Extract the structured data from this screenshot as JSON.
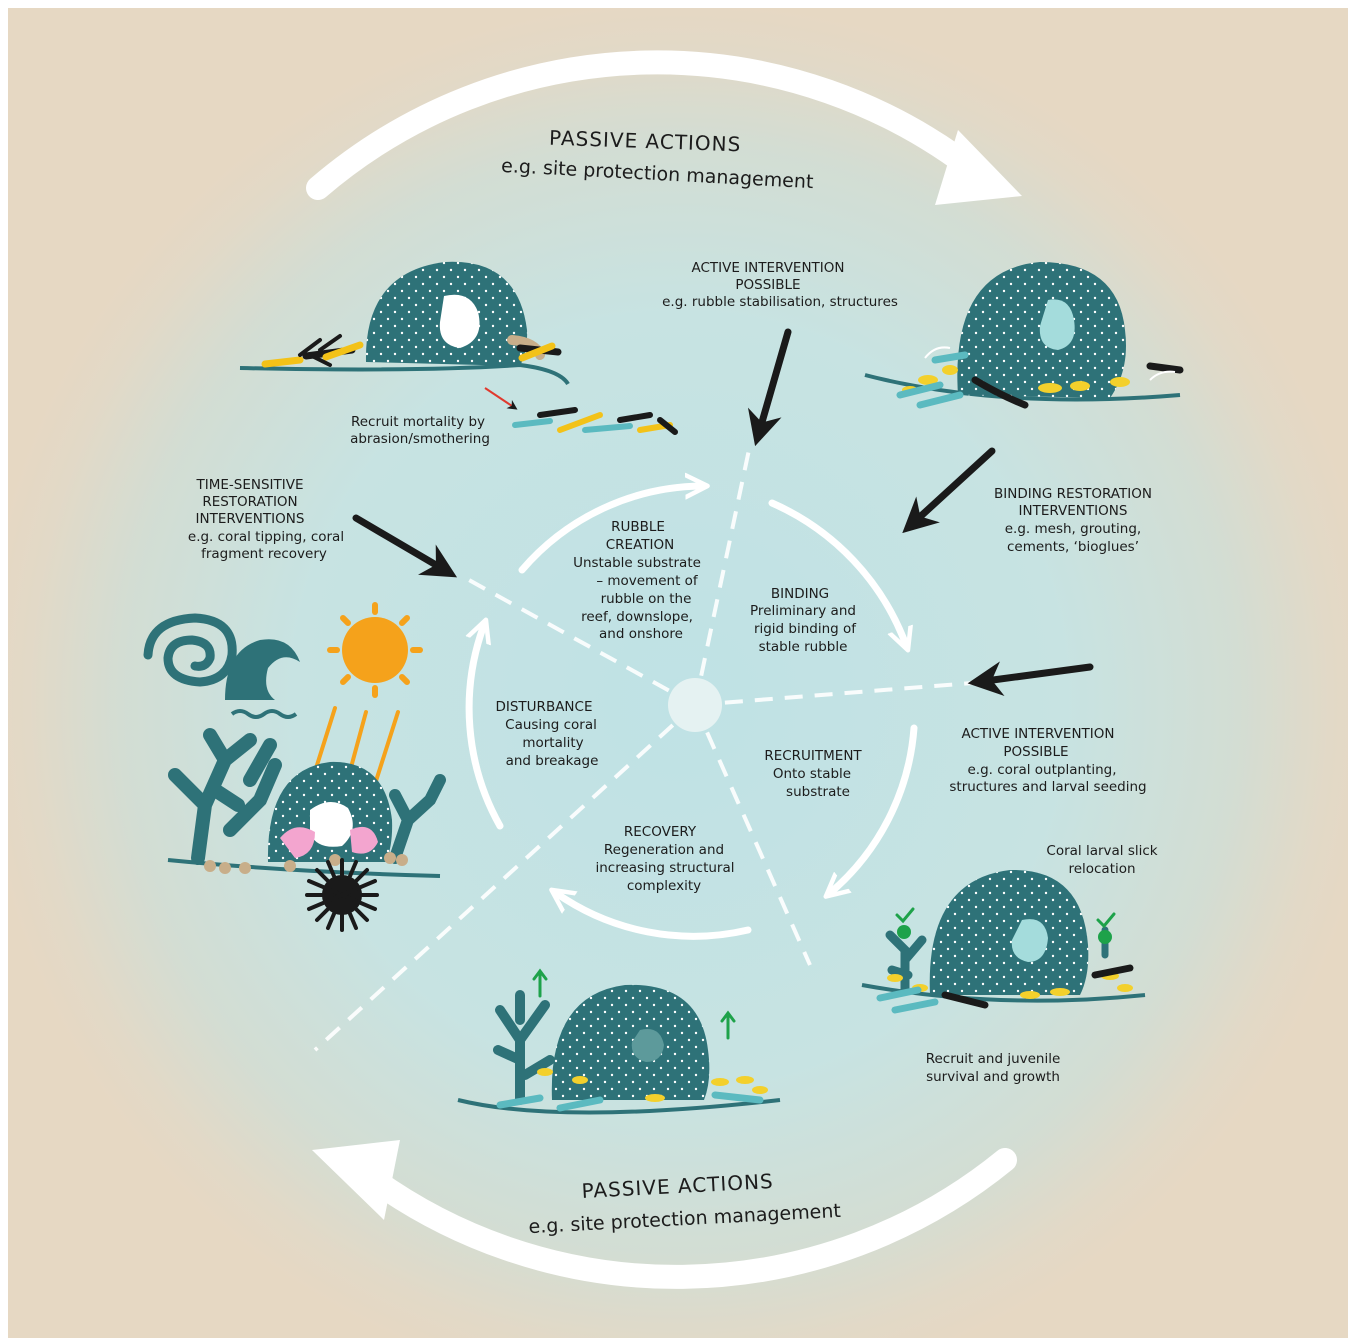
{
  "passive_top": {
    "title": "PASSIVE ACTIONS",
    "subtitle": "e.g. site protection management"
  },
  "passive_bottom": {
    "title": "PASSIVE ACTIONS",
    "subtitle": "e.g. site protection management"
  },
  "stages": {
    "rubble": [
      "RUBBLE",
      "CREATION",
      "Unstable substrate",
      "– movement of",
      "rubble on the",
      "reef, downslope,",
      "and onshore"
    ],
    "binding": [
      "BINDING",
      "Preliminary and",
      "rigid binding of",
      "stable rubble"
    ],
    "recruitment": [
      "RECRUITMENT",
      "Onto stable",
      "substrate"
    ],
    "recovery": [
      "RECOVERY",
      "Regeneration and",
      "increasing structural",
      "complexity"
    ],
    "disturbance": [
      "DISTURBANCE",
      "Causing coral",
      "mortality",
      "and breakage"
    ]
  },
  "interventions": {
    "active_top": [
      "ACTIVE INTERVENTION",
      "POSSIBLE",
      "e.g. rubble stabilisation, structures"
    ],
    "binding_restoration": [
      "BINDING RESTORATION",
      "INTERVENTIONS",
      "e.g. mesh, grouting,",
      "cements, ‘bioglues’"
    ],
    "active_right": [
      "ACTIVE INTERVENTION",
      "POSSIBLE",
      "e.g. coral outplanting,",
      "structures and larval seeding"
    ],
    "time_sensitive": [
      "TIME-SENSITIVE",
      "RESTORATION",
      "INTERVENTIONS",
      "e.g. coral tipping, coral",
      "fragment recovery"
    ]
  },
  "notes": {
    "recruit_mortality": [
      "Recruit mortality by",
      "abrasion/smothering"
    ],
    "larval_slick": [
      "Coral larval slick",
      "relocation"
    ],
    "juvenile_survival": [
      "Recruit and juvenile",
      "survival and growth"
    ]
  },
  "colors": {
    "background": "#e6d8c3",
    "ring_outer": "#cfdcd5",
    "ring_inner": "#c2e2e4",
    "coral": "#2e7278",
    "rubble_light": "#5bbac0",
    "yellow": "#f3d02c",
    "orange": "#f5a21b",
    "pink": "#f3a5cf",
    "green": "#1ea24a",
    "black": "#1a1a1a"
  }
}
